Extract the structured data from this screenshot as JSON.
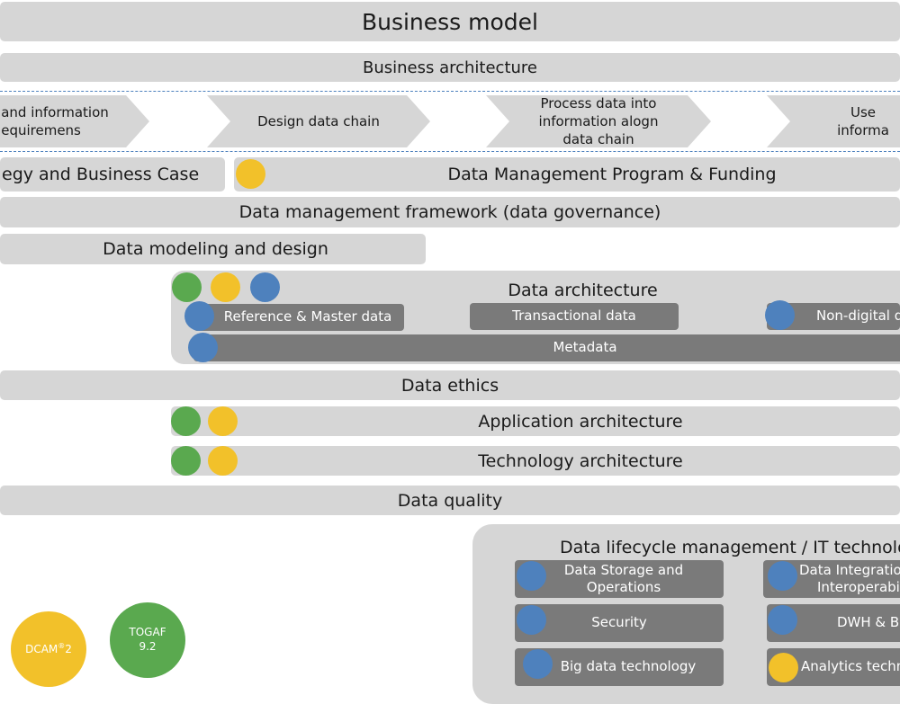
{
  "layers": {
    "business_model": "Business model",
    "business_architecture": "Business architecture",
    "data_management_framework": "Data management framework (data governance)",
    "data_ethics": "Data ethics",
    "data_quality": "Data quality"
  },
  "process_chain": {
    "step1_line1": "and information",
    "step1_line2": "equiremens",
    "step2": "Design data chain",
    "step3_line1": "Process data into",
    "step3_line2": "information  alogn",
    "step3_line3": "data chain",
    "step4": "Use informa"
  },
  "strategy": {
    "business_case": "egy and Business Case",
    "program_funding": "Data Management Program & Funding"
  },
  "data_modeling": "Data modeling and design",
  "data_architecture": {
    "title": "Data architecture",
    "reference_master": "Reference & Master data",
    "transactional": "Transactional data",
    "non_digital": "Non-digital d",
    "metadata": "Metadata"
  },
  "application_architecture": "Application architecture",
  "technology_architecture": "Technology architecture",
  "lifecycle": {
    "title": "Data lifecycle management / IT technology",
    "storage_line1": "Data Storage and",
    "storage_line2": "Operations",
    "integration_line1": "Data Integratio",
    "integration_line2": "Interoperabi",
    "security": "Security",
    "dwh": "DWH & B",
    "big_data": "Big data technology",
    "analytics": "Analytics techn"
  },
  "badges": {
    "dcam": "DCAM",
    "dcam_sup": "®",
    "dcam_num": "2",
    "togaf_line1": "TOGAF",
    "togaf_line2": "9.2"
  },
  "colors": {
    "green": "#5aa94f",
    "yellow": "#f2c12a",
    "blue": "#4e81bd",
    "light_gray": "#d6d6d6",
    "dark_gray": "#7a7a7a"
  }
}
